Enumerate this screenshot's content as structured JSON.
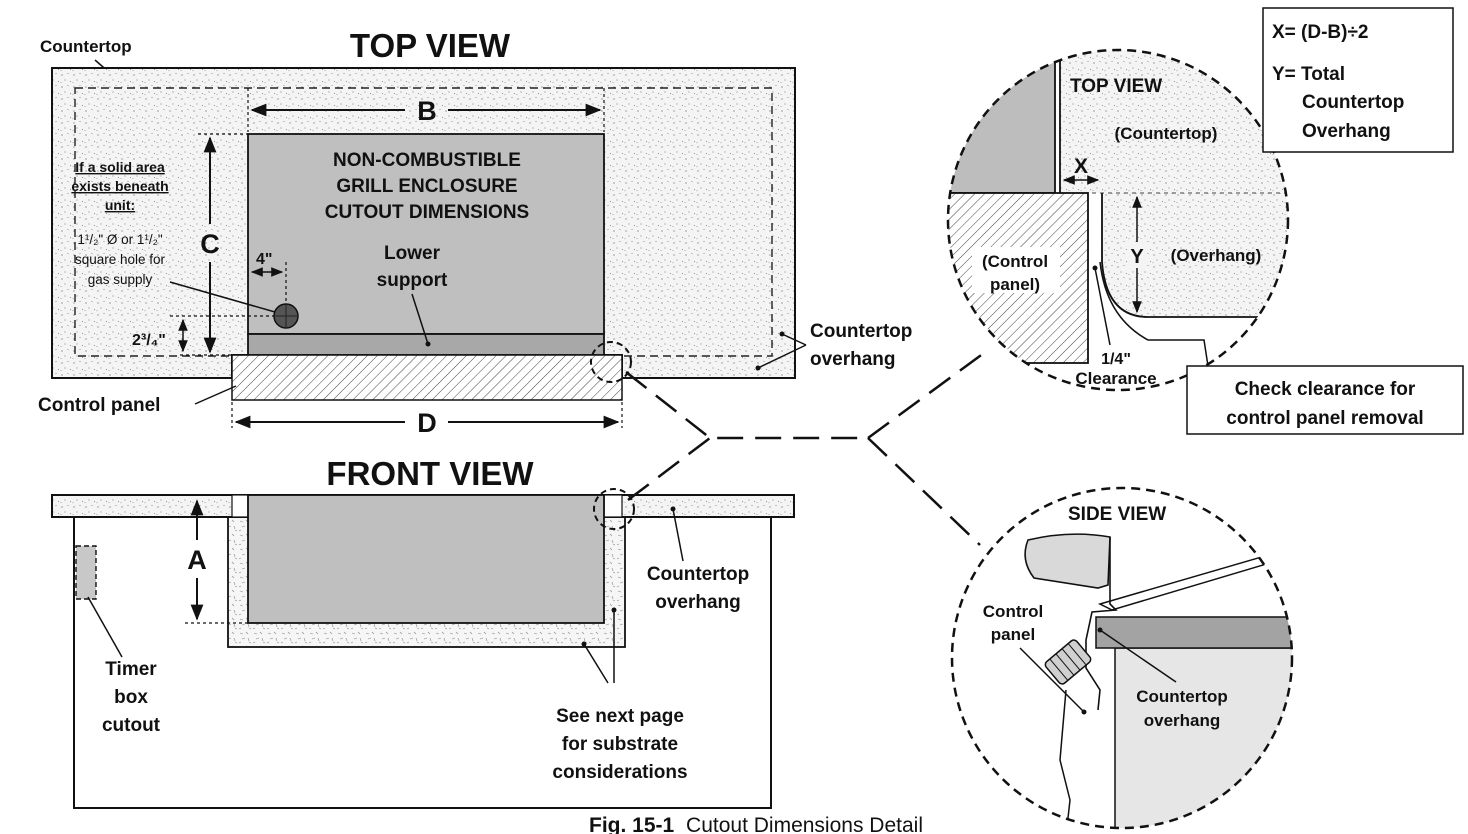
{
  "top_view": {
    "title": "TOP VIEW",
    "countertop_label": "Countertop",
    "solid_area_lines": [
      "If a solid area",
      "exists beneath",
      "unit:"
    ],
    "hole_lines": [
      "1¹/₂\" Ø or 1¹/₂\"",
      "square hole for",
      "gas supply"
    ],
    "cutout_lines": [
      "NON-COMBUSTIBLE",
      "GRILL ENCLOSURE",
      "CUTOUT DIMENSIONS"
    ],
    "lower_support_lines": [
      "Lower",
      "support"
    ],
    "overhang_lines": [
      "Countertop",
      "overhang"
    ],
    "control_panel_label": "Control panel",
    "dim_b": "B",
    "dim_c": "C",
    "dim_d": "D",
    "dim_4": "4\"",
    "dim_2_3_4": "2³/₄\""
  },
  "front_view": {
    "title": "FRONT VIEW",
    "dim_a": "A",
    "timer_lines": [
      "Timer",
      "box",
      "cutout"
    ],
    "overhang_lines": [
      "Countertop",
      "overhang"
    ],
    "substrate_lines": [
      "See next page",
      "for substrate",
      "considerations"
    ]
  },
  "detail_top": {
    "title": "TOP VIEW",
    "countertop_label": "(Countertop)",
    "control_panel_lines": [
      "(Control",
      "panel)"
    ],
    "dim_x": "X",
    "dim_y": "Y",
    "overhang_label": "(Overhang)",
    "clearance_value": "1/4\"",
    "clearance_label": "Clearance"
  },
  "detail_side": {
    "title": "SIDE VIEW",
    "control_panel_lines": [
      "Control",
      "panel"
    ],
    "overhang_lines": [
      "Countertop",
      "overhang"
    ]
  },
  "formula_box": {
    "lines": [
      "X= (D-B)÷2",
      "Y= Total",
      "Countertop",
      "Overhang"
    ]
  },
  "check_box": {
    "lines": [
      "Check clearance for",
      "control panel removal"
    ]
  },
  "caption": {
    "fig_label": "Fig. 15-1",
    "fig_text": "Cutout Dimensions Detail"
  }
}
